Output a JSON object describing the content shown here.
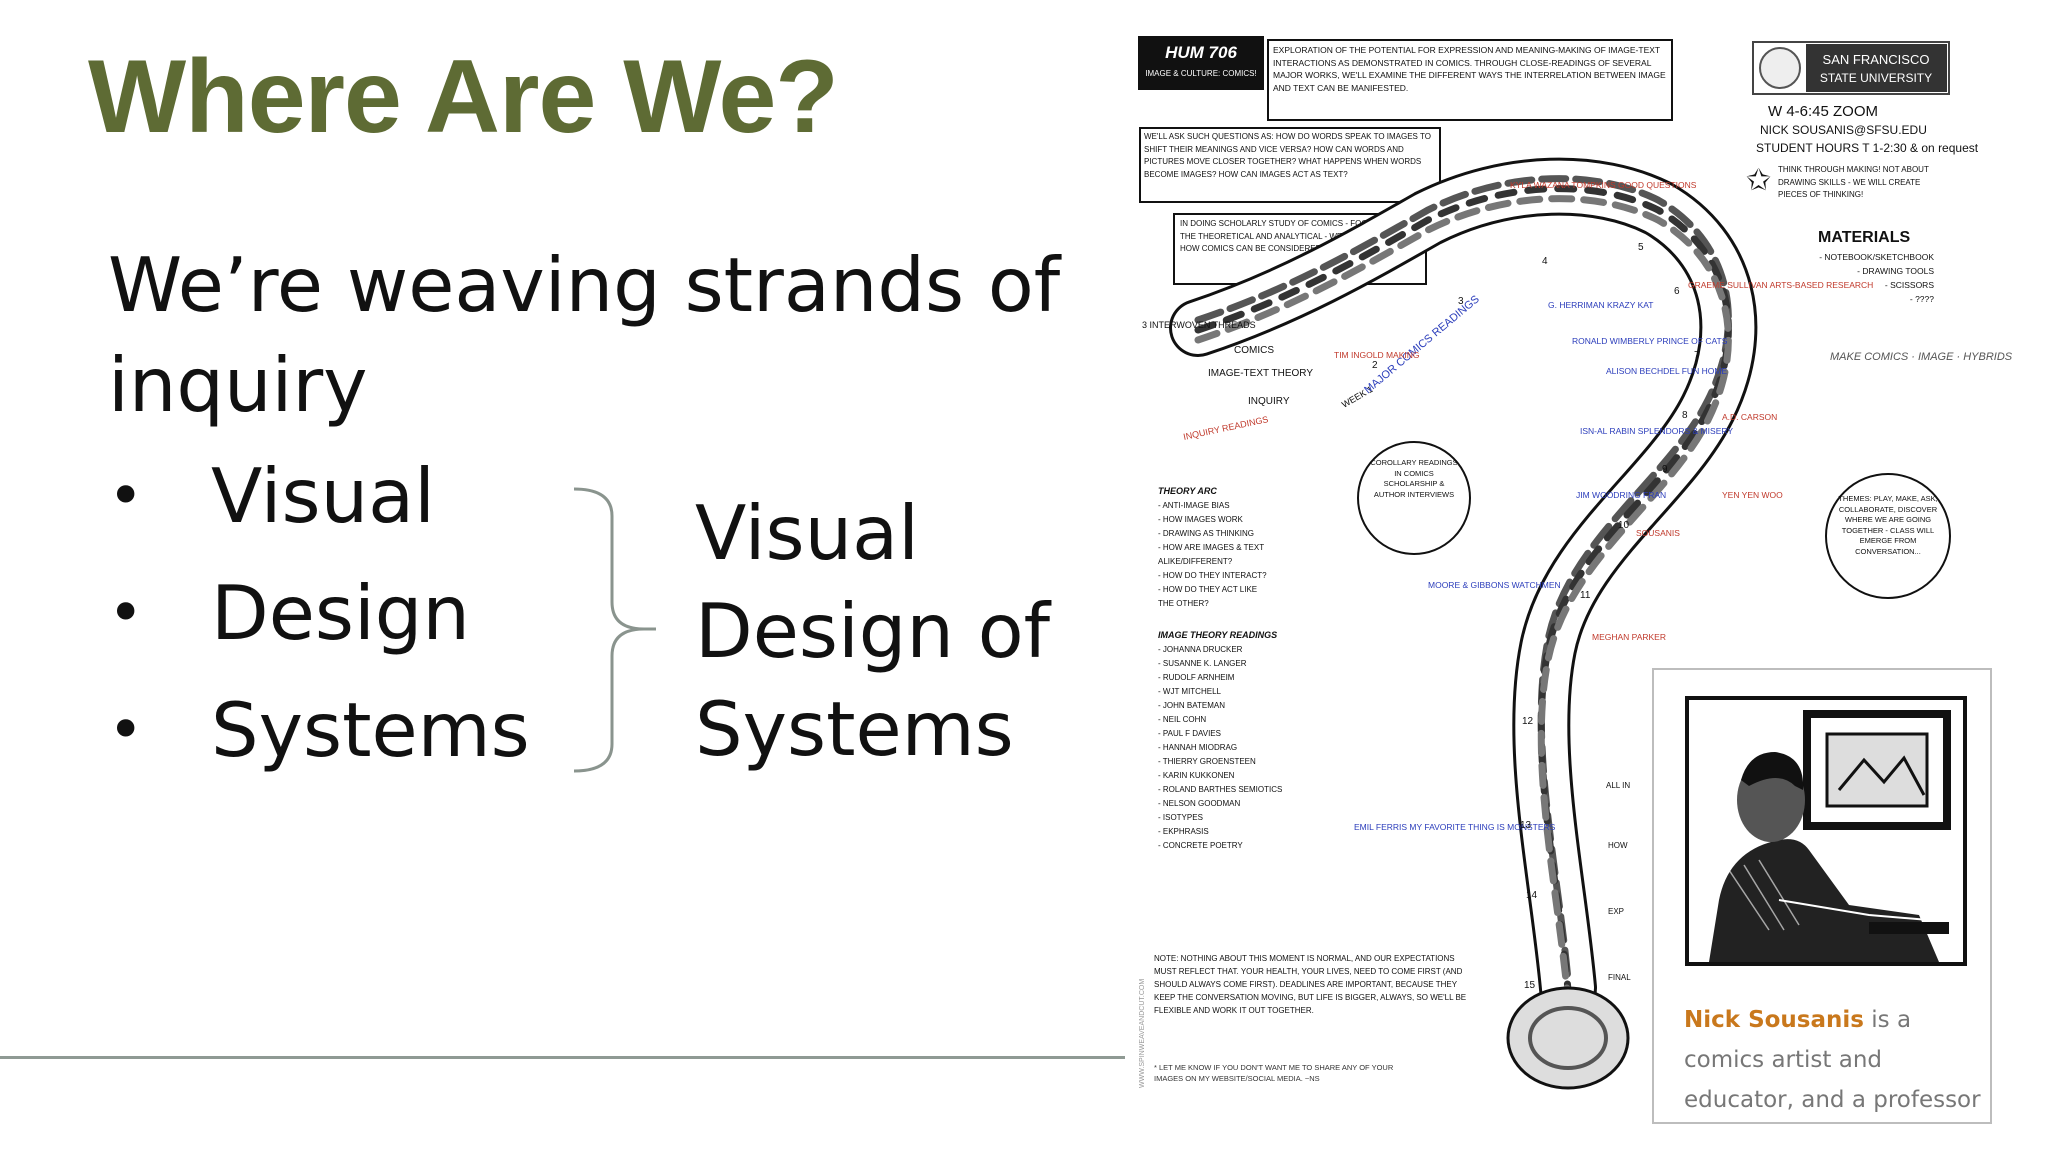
{
  "slide": {
    "title": "Where Are We?",
    "intro": "We’re weaving strands of inquiry",
    "bullets": [
      "Visual",
      "Design",
      "Systems"
    ],
    "summary": [
      "Visual",
      "Design of",
      "Systems"
    ]
  },
  "comic": {
    "course_code": "HUM 706",
    "course_subtitle": "IMAGE & CULTURE: COMICS!",
    "description": "EXPLORATION OF THE POTENTIAL FOR EXPRESSION AND MEANING-MAKING OF IMAGE-TEXT INTERACTIONS AS DEMONSTRATED IN COMICS. THROUGH CLOSE-READINGS OF SEVERAL MAJOR WORKS, WE'LL EXAMINE THE DIFFERENT WAYS THE INTERRELATION BETWEEN IMAGE AND TEXT CAN BE MANIFESTED.",
    "university_line1": "SAN FRANCISCO",
    "university_line2": "STATE UNIVERSITY",
    "schedule": "W 4-6:45 ZOOM",
    "contact": "NICK SOUSANIS@SFSU.EDU",
    "hours": "STUDENT HOURS T 1-2:30 & on request",
    "questions": "WE'LL ASK SUCH QUESTIONS AS: HOW DO WORDS SPEAK TO IMAGES TO SHIFT THEIR MEANINGS AND VICE VERSA? HOW CAN WORDS AND PICTURES MOVE CLOSER TOGETHER? WHAT HAPPENS WHEN WORDS BECOME IMAGES? HOW CAN IMAGES ACT AS TEXT?",
    "scholarly": "IN DOING SCHOLARLY STUDY OF COMICS - FOCUSING ON THE THEORETICAL AND ANALYTICAL - WE'LL ALSO CONSIDER HOW COMICS CAN BE CONSIDERED SCHOLARLY FORMS.",
    "making_note": "THINK THROUGH MAKING! NOT ABOUT DRAWING SKILLS - WE WILL CREATE PIECES OF THINKING!",
    "materials_title": "MATERIALS",
    "materials": [
      "- NOTEBOOK/SKETCHBOOK",
      "- DRAWING TOOLS",
      "- SCISSORS",
      "- ????"
    ],
    "threads_label": "3 INTERWOVEN THREADS",
    "threads": [
      "COMICS",
      "IMAGE-TEXT THEORY",
      "INQUIRY"
    ],
    "inquiry_readings": "INQUIRY READINGS",
    "major_readings": "MAJOR COMICS READINGS",
    "corollary": "COROLLARY READINGS IN COMICS SCHOLARSHIP & AUTHOR INTERVIEWS",
    "themes": "THEMES: PLAY, MAKE, ASK, COLLABORATE, DISCOVER WHERE WE ARE GOING TOGETHER - CLASS WILL EMERGE FROM CONVERSATION...",
    "theory_arc_title": "THEORY ARC",
    "theory_arc": [
      "- ANTI-IMAGE BIAS",
      "- HOW IMAGES WORK",
      "- DRAWING AS THINKING",
      "- HOW ARE IMAGES & TEXT",
      "ALIKE/DIFFERENT?",
      "- HOW DO THEY INTERACT?",
      "- HOW DO THEY ACT LIKE",
      "THE OTHER?"
    ],
    "image_theory_title": "IMAGE THEORY READINGS",
    "image_theory": [
      "- JOHANNA DRUCKER",
      "- SUSANNE K. LANGER",
      "- RUDOLF ARNHEIM",
      "- WJT MITCHELL",
      "- JOHN BATEMAN",
      "- NEIL COHN",
      "- PAUL F DAVIES",
      "- HANNAH MIODRAG",
      "- THIERRY GROENSTEEN",
      "- KARIN KUKKONEN",
      "- ROLAND BARTHES SEMIOTICS",
      "- NELSON GOODMAN",
      "- ISOTYPES",
      "- EKPHRASIS",
      "- CONCRETE POETRY"
    ],
    "note": "NOTE: NOTHING ABOUT THIS MOMENT IS NORMAL, AND OUR EXPECTATIONS MUST REFLECT THAT. YOUR HEALTH, YOUR LIVES, NEED TO COME FIRST (AND SHOULD ALWAYS COME FIRST). DEADLINES ARE IMPORTANT, BECAUSE THEY KEEP THE CONVERSATION MOVING, BUT LIFE IS BIGGER, ALWAYS, SO WE'LL BE FLEXIBLE AND WORK IT OUT TOGETHER.",
    "footnote": "* LET ME KNOW IF YOU DON'T WANT ME TO SHARE ANY OF YOUR IMAGES ON MY WEBSITE/SOCIAL MEDIA. ~NS",
    "readings_red": [
      "KYLA WAZANA TOMPKINS GOOD QUESTIONS",
      "GRAEME SULLIVAN ARTS-BASED RESEARCH",
      "TIM INGOLD MAKING",
      "A.D. CARSON",
      "YEN YEN WOO",
      "SOUSANIS",
      "MEGHAN PARKER"
    ],
    "readings_blue": [
      "G. HERRIMAN KRAZY KAT",
      "RONALD WIMBERLY PRINCE OF CATS",
      "ALISON BECHDEL FUN HOME",
      "ISN-AL RABIN SPLENDORS & MISERY",
      "JIM WOODRING FRAN",
      "MOORE & GIBBONS WATCHMEN",
      "EMIL FERRIS MY FAVORITE THING IS MONSTERS"
    ],
    "week_label": "WEEK 1",
    "weeks": [
      "1",
      "2",
      "3",
      "4",
      "5",
      "6",
      "7",
      "8",
      "9",
      "10",
      "11",
      "12",
      "13",
      "14",
      "15"
    ],
    "final_label": "FINAL",
    "side_notes": [
      "ALL IN",
      "HOW",
      "EXP"
    ],
    "credit": "WWW.SPINWEAVEANDCUT.COM"
  },
  "card": {
    "name": "Nick Sousanis",
    "text_rest": " is a comics artist and educator, and a professor"
  }
}
